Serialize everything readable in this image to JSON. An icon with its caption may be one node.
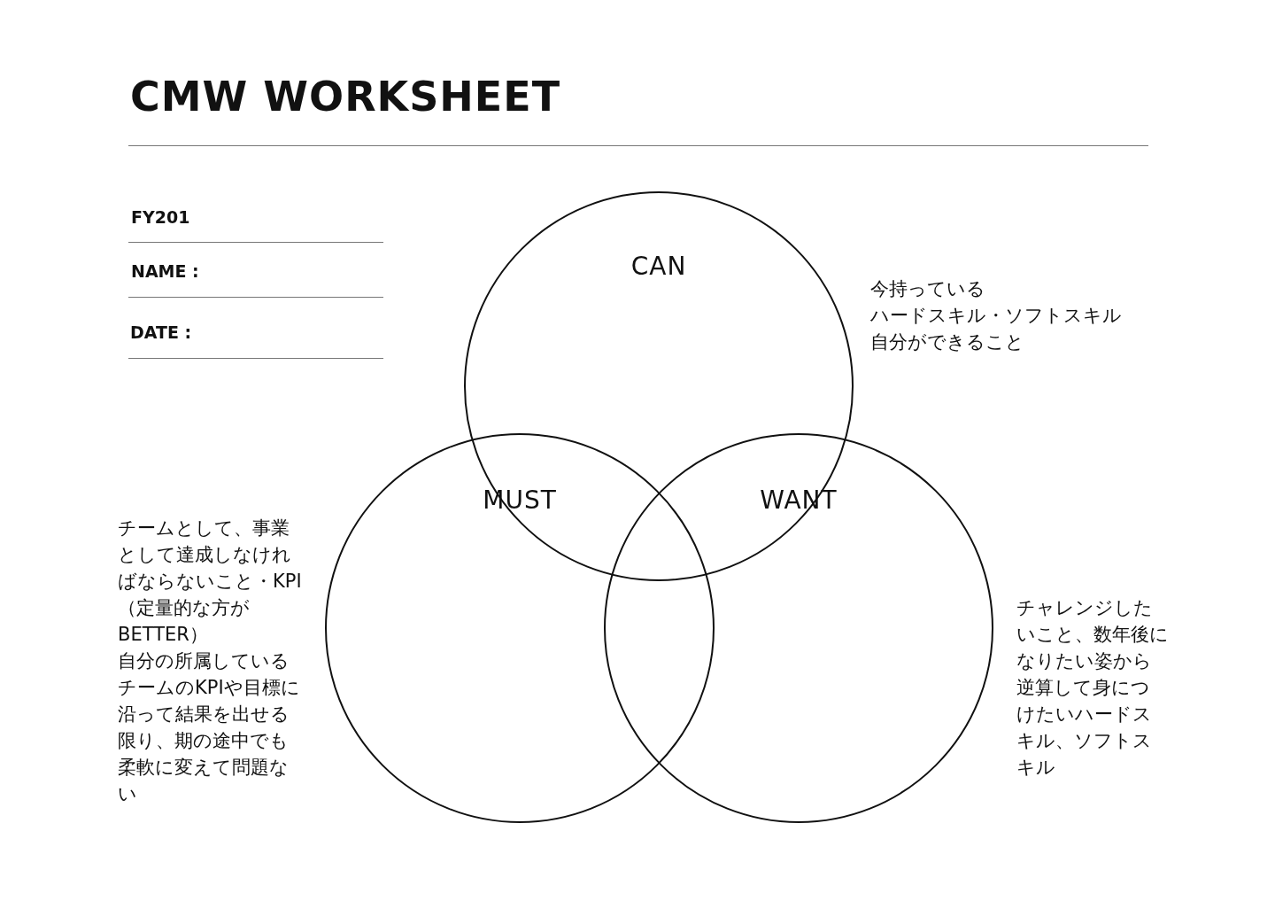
{
  "diagram": {
    "title": "CMW WORKSHEET",
    "nodes": [
      {
        "text": [
          "CAN"
        ],
        "beside": [
          "今持っている",
          "ハードスキル・ソフトスキル",
          "自分ができること"
        ]
      },
      {
        "text": [
          "MUST"
        ],
        "beside": [
          "チームとして、事業として達成しなければならないこと・KPI（定量的な方がBETTER）",
          "自分の所属しているチームのKPIや目標に沿って結果を出せる限り、期の途中でも柔軟に変えて問題ない"
        ]
      },
      {
        "text": [
          "WANT"
        ],
        "beside": [
          "チャレンジしたいこと、数年後になりたい姿から逆算して身につけたいハードスキル、ソフトスキル"
        ]
      }
    ],
    "edges": [],
    "labels": [
      "FY201",
      "NAME :",
      "DATE :"
    ]
  }
}
